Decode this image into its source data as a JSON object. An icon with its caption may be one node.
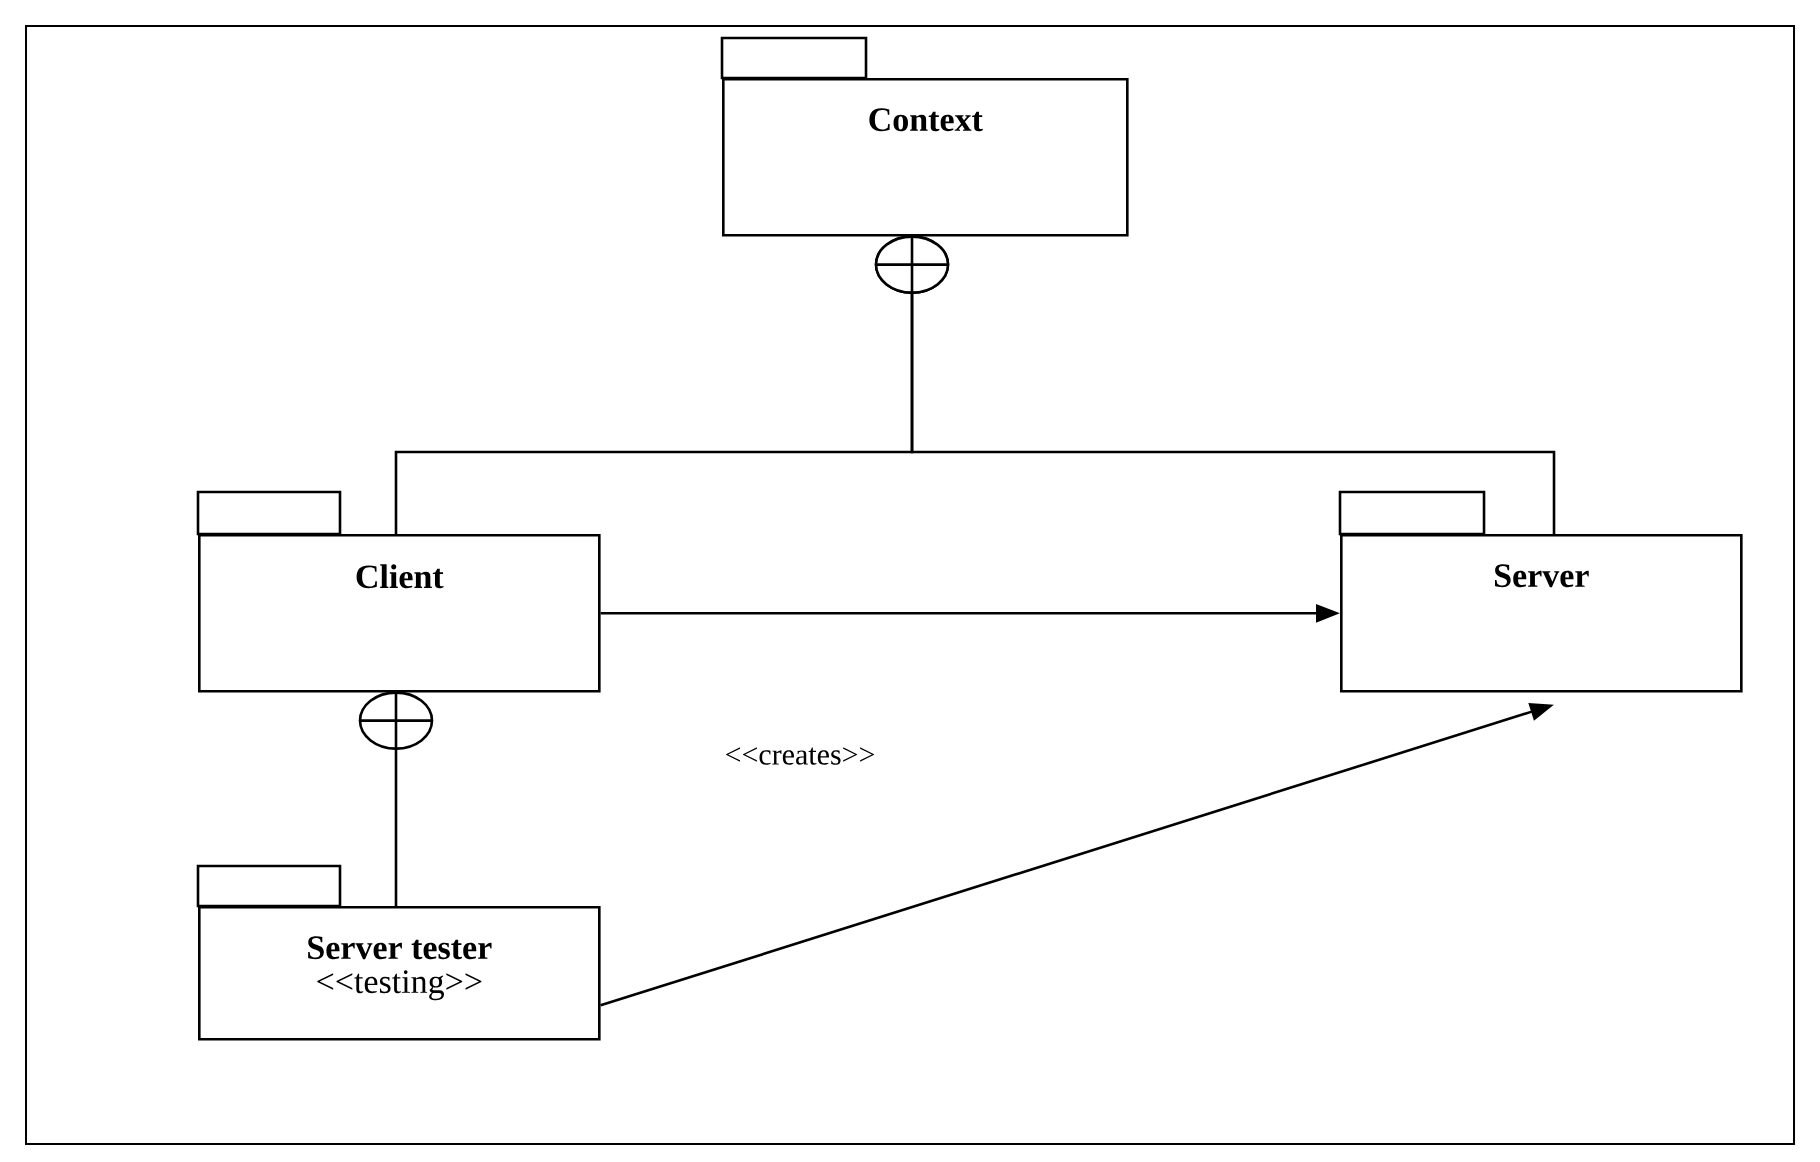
{
  "diagram": {
    "nodes": [
      {
        "text": [
          "Context"
        ]
      },
      {
        "text": [
          "Client"
        ]
      },
      {
        "text": [
          "Server"
        ]
      },
      {
        "text": [
          "Server tester",
          "<<testing>>"
        ]
      }
    ],
    "edges": [
      {
        "from": 0,
        "to": 1,
        "arrow": "other"
      },
      {
        "from": 0,
        "to": 2,
        "arrow": "other"
      },
      {
        "from": 1,
        "to": 2,
        "arrow": "to"
      },
      {
        "from": 1,
        "to": 3,
        "arrow": "other"
      },
      {
        "from": 3,
        "to": 2,
        "arrow": "to"
      }
    ],
    "labels": [
      "<<creates>>"
    ]
  }
}
